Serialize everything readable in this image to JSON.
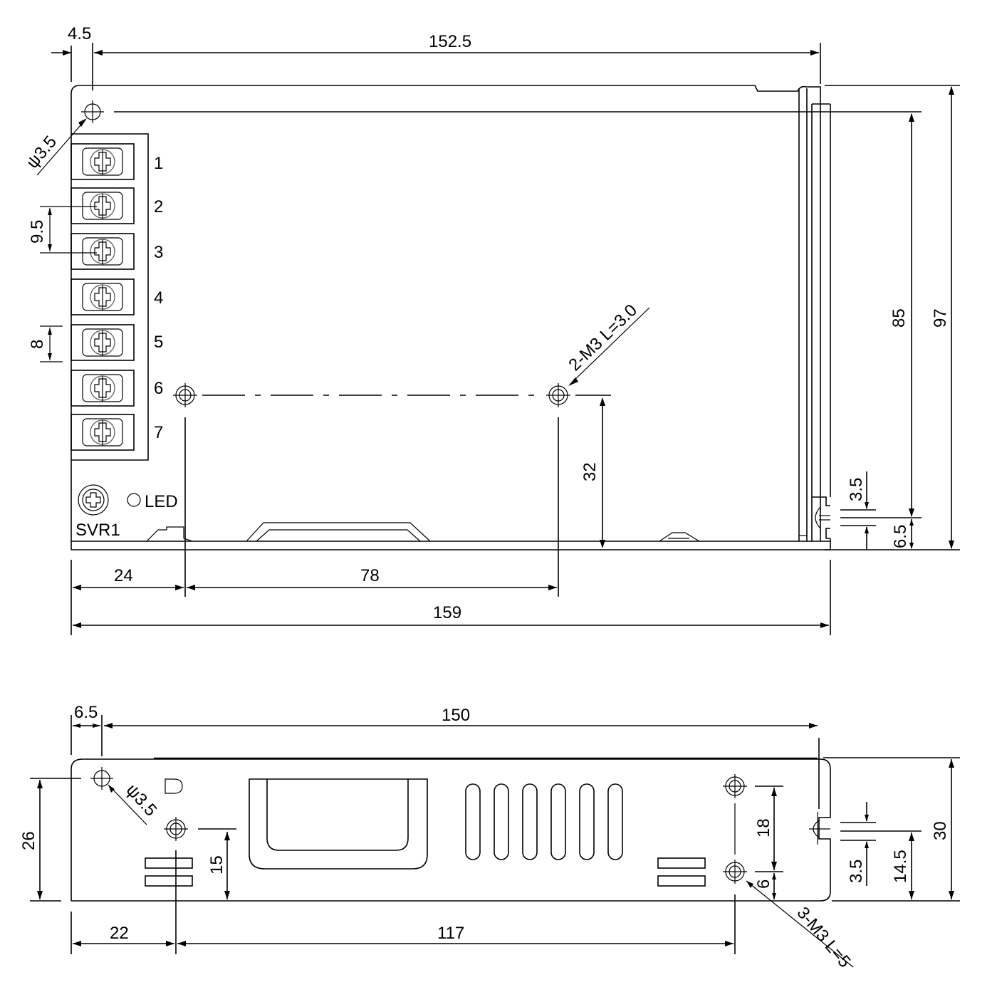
{
  "top_view": {
    "dims": {
      "hole_offset_x": "4.5",
      "hole_span_x": "152.5",
      "hole_dia": "ψ3.5",
      "terminal_pitch": "9.5",
      "terminal_width": "8",
      "mount_label": "2-M3 L=3.0",
      "mount_height": "32",
      "hole_span_y": "85",
      "total_height": "97",
      "slot_width": "3.5",
      "slot_offset": "6.5",
      "mount_offset_x": "24",
      "mount_span_x": "78",
      "total_length": "159"
    },
    "terminals": [
      "1",
      "2",
      "3",
      "4",
      "5",
      "6",
      "7"
    ],
    "led_label": "LED",
    "svr_label": "SVR1"
  },
  "side_view": {
    "dims": {
      "hole_offset_x": "6.5",
      "hole_span_x": "150",
      "hole_dia": "ψ3.5",
      "hole_height": "26",
      "mount_height": "15",
      "mount_span_y": "18",
      "mount_bottom": "6",
      "mount_label": "3-M3 L=5",
      "slot_width": "3.5",
      "slot_height": "14.5",
      "total_height": "30",
      "mount_offset_x": "22",
      "mount_span_x": "117"
    },
    "vent_slot_count": 6
  }
}
